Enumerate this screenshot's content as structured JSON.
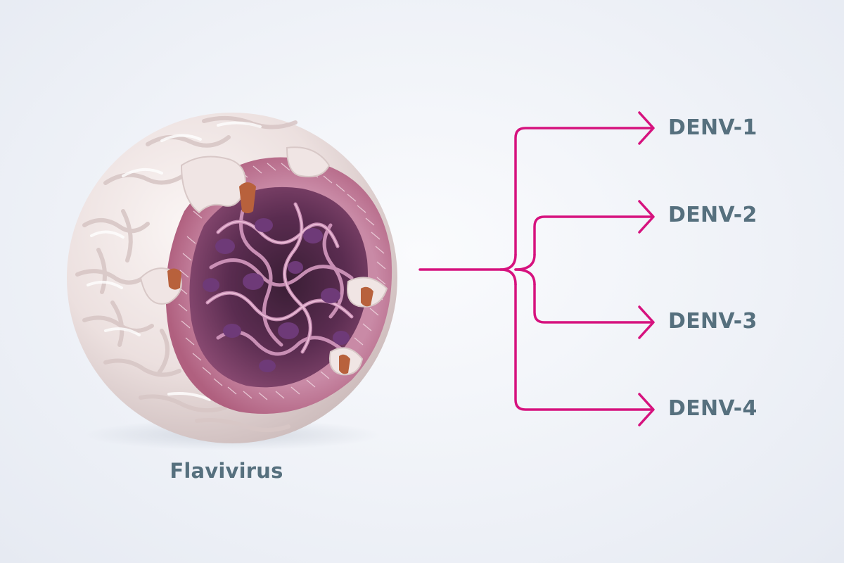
{
  "virus": {
    "caption": "Flavivirus",
    "illustration": "flavivirus-cutaway-illustration"
  },
  "serotypes": [
    {
      "label": "DENV-1"
    },
    {
      "label": "DENV-2"
    },
    {
      "label": "DENV-3"
    },
    {
      "label": "DENV-4"
    }
  ],
  "colors": {
    "arrow": "#d6127e",
    "label_text": "#56707e",
    "shell": "#efe4e3",
    "interior": "#7a3d68",
    "membrane": "#c98aa6",
    "protein_tips": "#b8613c"
  }
}
